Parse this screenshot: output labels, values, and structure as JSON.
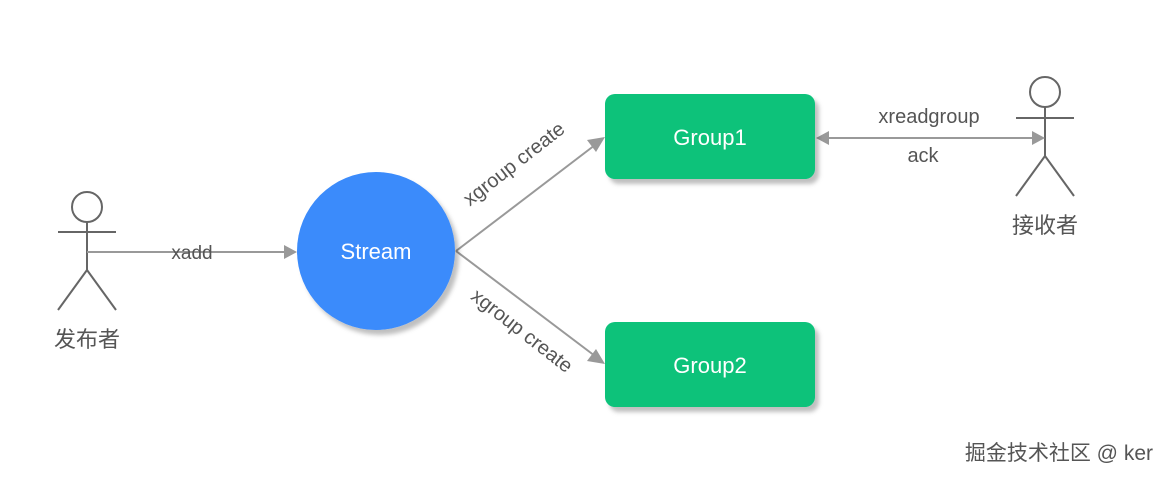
{
  "actors": {
    "publisher": {
      "label": "发布者"
    },
    "receiver": {
      "label": "接收者"
    }
  },
  "nodes": {
    "stream": {
      "label": "Stream",
      "color": "#3b8bfb"
    },
    "group1": {
      "label": "Group1",
      "color": "#07c27a"
    },
    "group2": {
      "label": "Group2",
      "color": "#07c27a"
    }
  },
  "edges": {
    "xadd": {
      "label": "xadd"
    },
    "create1": {
      "label": "xgroup create"
    },
    "create2": {
      "label": "xgroup create"
    },
    "xreadgroup": {
      "label": "xreadgroup"
    },
    "ack": {
      "label": "ack"
    }
  },
  "watermark": {
    "text": "掘金技术社区 @ ker"
  }
}
